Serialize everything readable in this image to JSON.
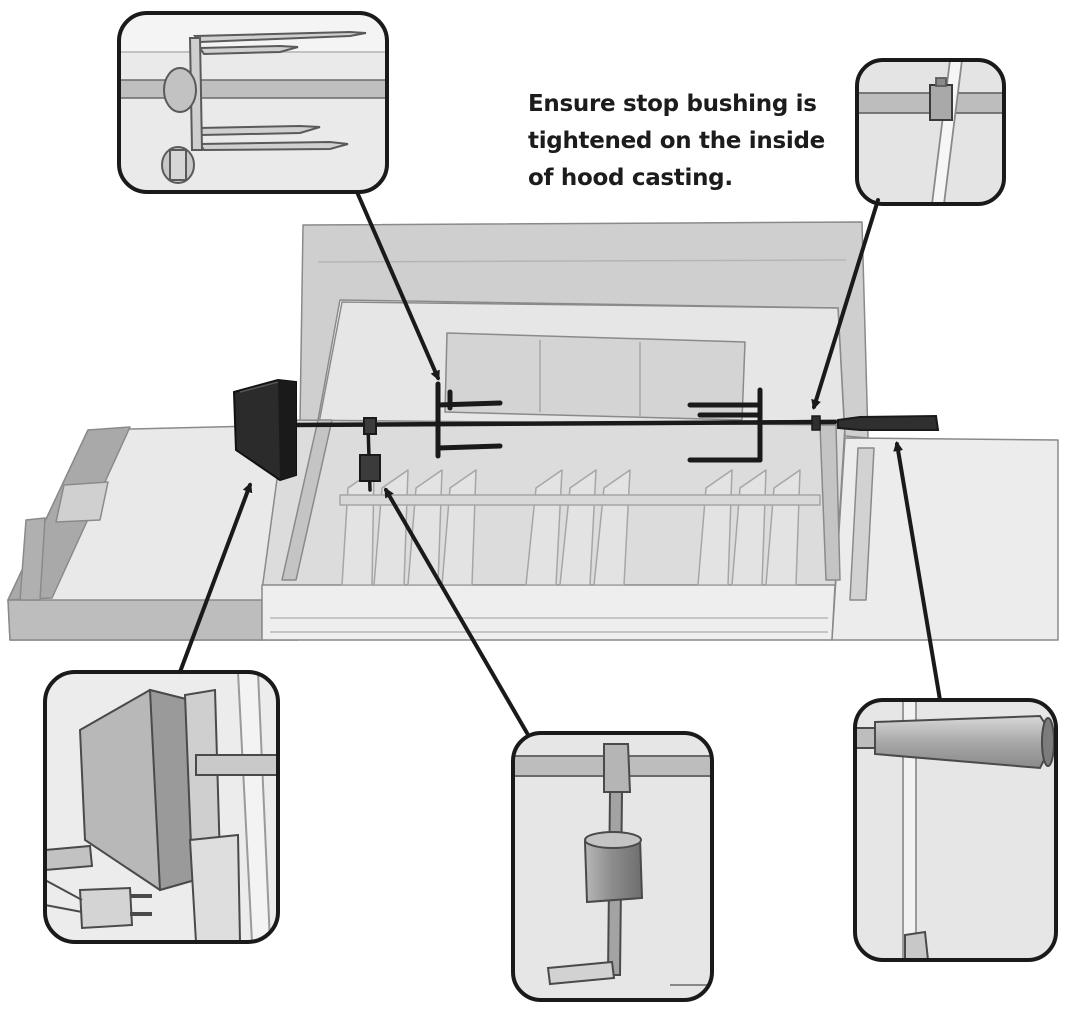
{
  "annotation": {
    "text": "Ensure stop bushing is\ntightened on the inside\nof hood casting."
  },
  "callouts": [
    {
      "id": "spit-forks",
      "depicts": "meat forks on spit rod"
    },
    {
      "id": "stop-bushing",
      "depicts": "stop bushing on hood casting"
    },
    {
      "id": "rotisserie-motor",
      "depicts": "rotisserie motor with power plug"
    },
    {
      "id": "counterweight",
      "depicts": "counterweight on spit rod"
    },
    {
      "id": "spit-handle",
      "depicts": "spit rod handle"
    }
  ],
  "colors": {
    "outline": "#1a1a1a",
    "metal_light": "#e2e2e2",
    "metal_mid": "#c8c8c8",
    "metal_dark": "#9a9a9a",
    "motor": "#2b2b2b"
  }
}
